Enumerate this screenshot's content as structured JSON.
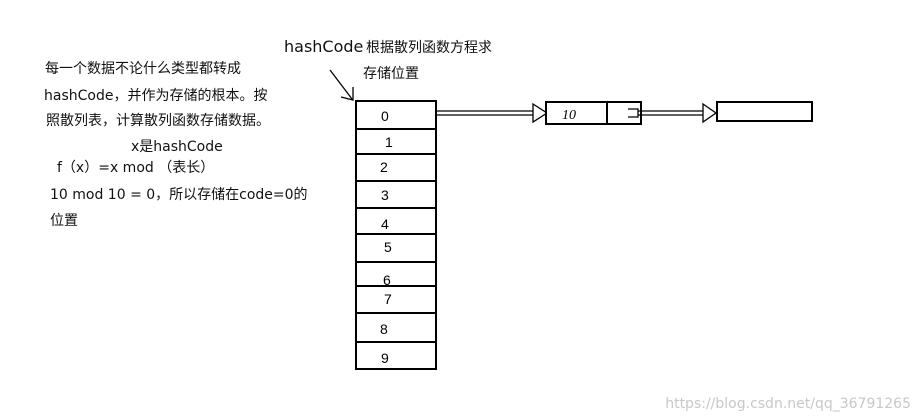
{
  "description_lines": [
    "每一个数据不论什么类型都转成",
    "hashCode，并作为存储的根本。按",
    "照散列表，计算散列函数存储数据。"
  ],
  "formula": {
    "x_note": "x是hashCode",
    "function": "f（x）=x mod （表长）",
    "example": "10 mod  10 = 0，所以存储在code=0的",
    "example_cont": "位置"
  },
  "header": {
    "hashcode_label": "hashCode",
    "title_line1": "根据散列函数方程求",
    "title_line2": "存储位置"
  },
  "table_slots": [
    "0",
    "1",
    "2",
    "3",
    "4",
    "5",
    "6",
    "7",
    "8",
    "9"
  ],
  "node_value": "10",
  "watermark": "https://blog.csdn.net/qq_36791265"
}
